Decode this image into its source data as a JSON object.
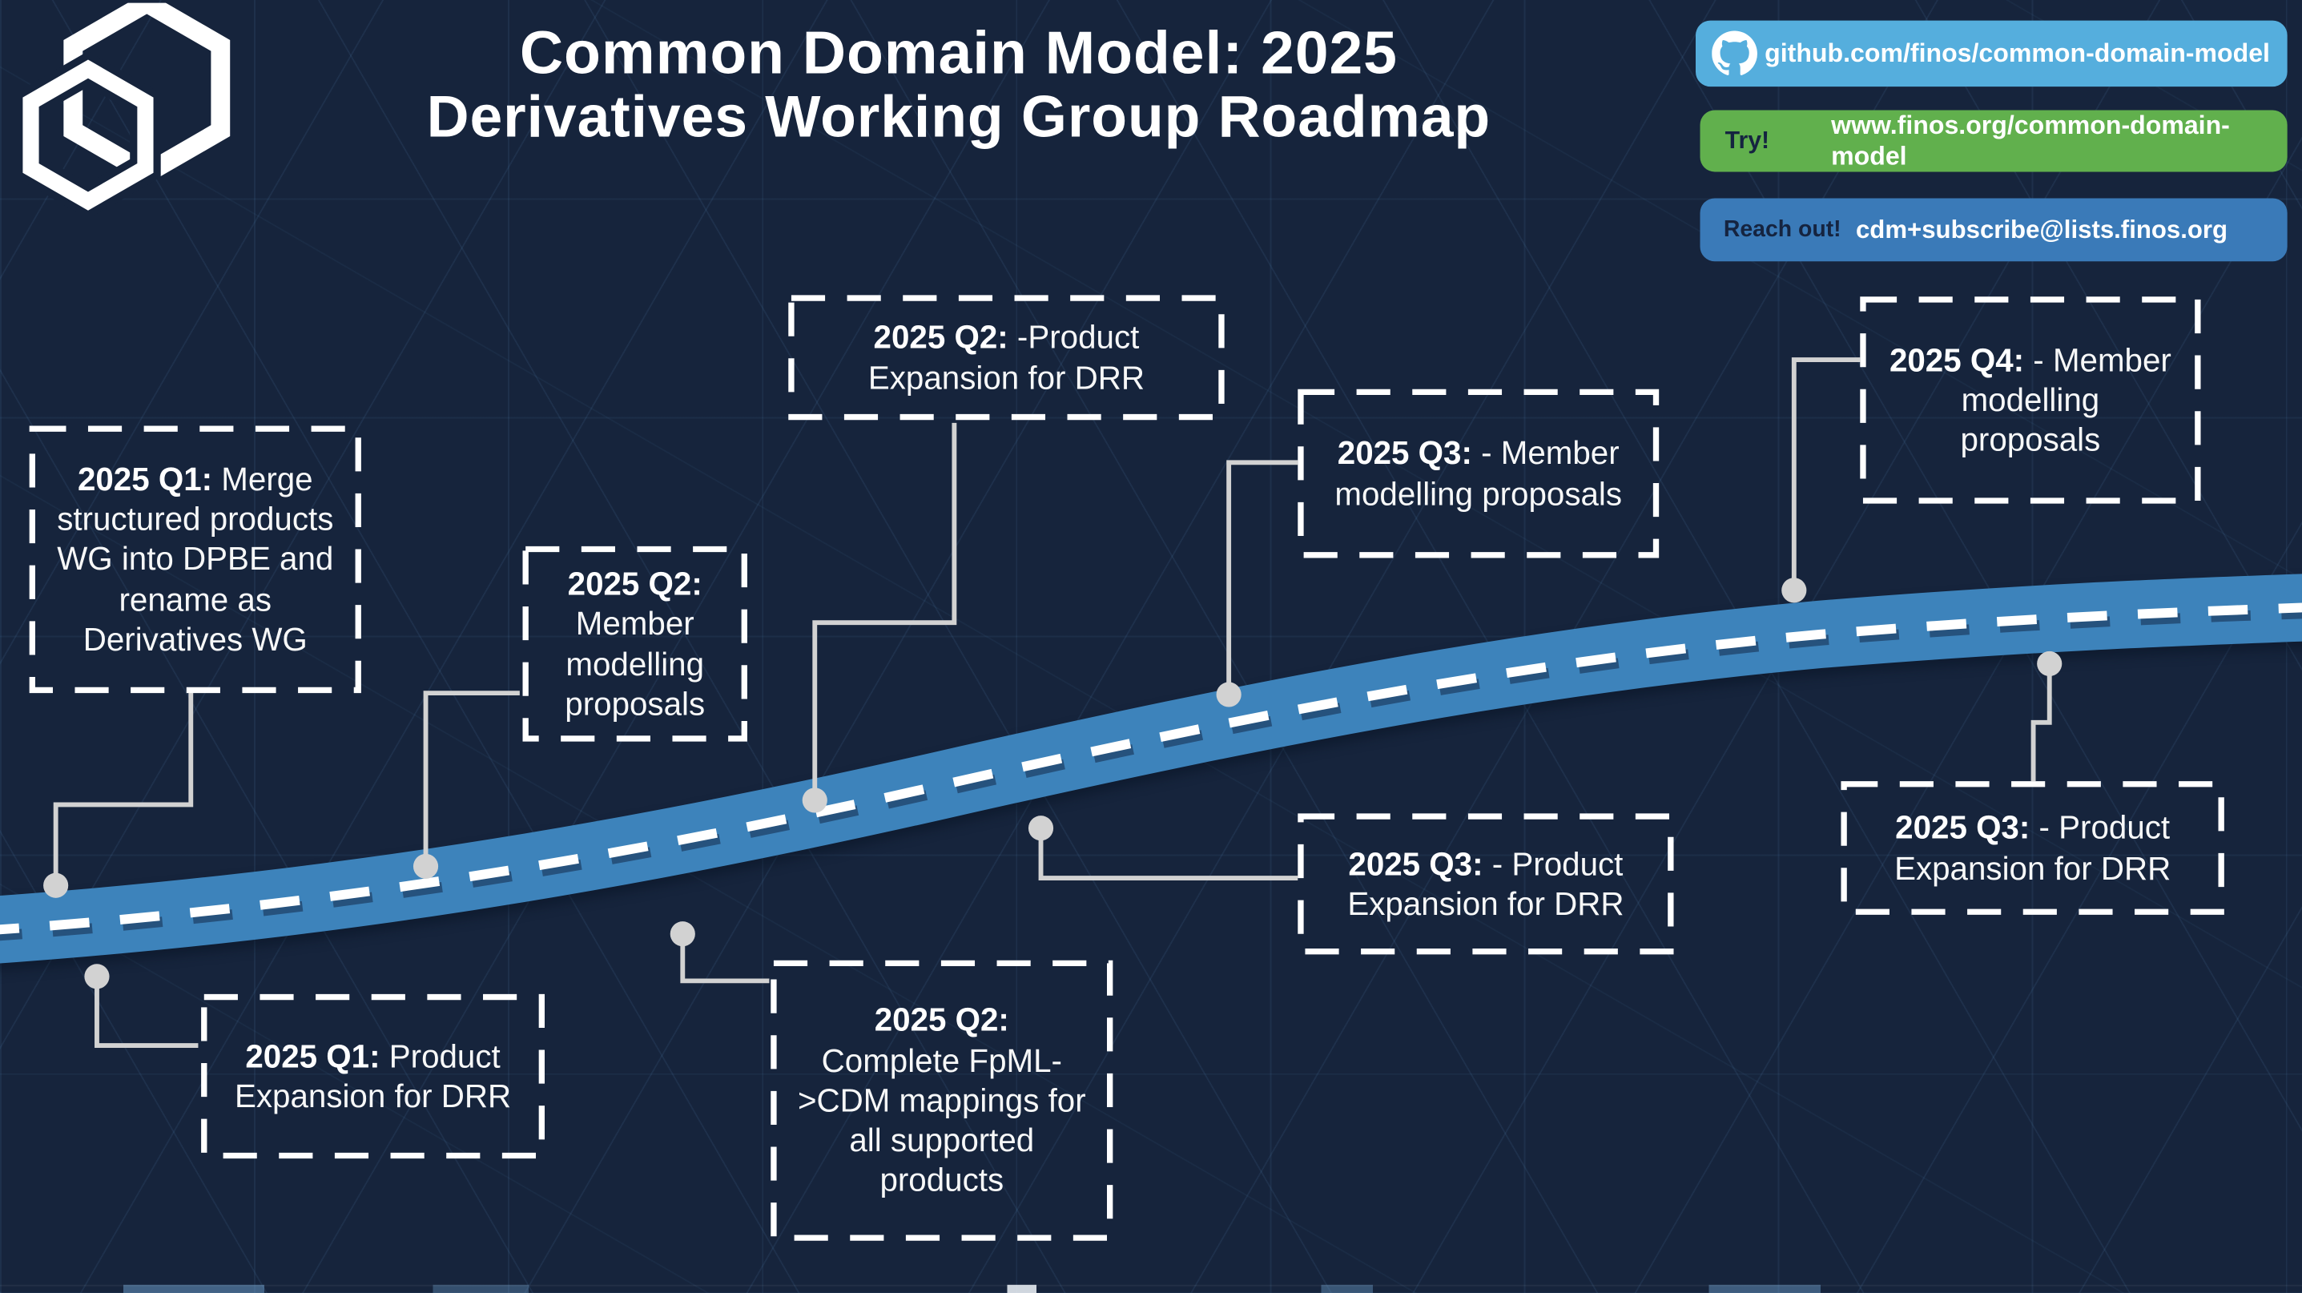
{
  "header": {
    "title_line1": "Common Domain Model: 2025",
    "title_line2": "Derivatives Working Group Roadmap"
  },
  "badges": {
    "github": {
      "icon": "github-octocat-icon",
      "text": "github.com/finos/common-domain-model"
    },
    "try": {
      "prefix": "Try!",
      "text": "www.finos.org/common-domain-model"
    },
    "reach_out": {
      "prefix": "Reach out!",
      "text": "cdm+subscribe@lists.finos.org"
    }
  },
  "milestones": [
    {
      "quarter": "2025 Q1:",
      "text": "Merge structured products WG into DPBE and rename as Derivatives WG"
    },
    {
      "quarter": "2025 Q1:",
      "text": "Product Expansion for DRR"
    },
    {
      "quarter": "2025 Q2:",
      "text": "-Product Expansion for DRR"
    },
    {
      "quarter": "2025 Q2:",
      "text": "Member modelling proposals"
    },
    {
      "quarter": "2025 Q2:",
      "text": "Complete FpML->CDM mappings for all supported products"
    },
    {
      "quarter": "2025 Q3:",
      "text": "- Member modelling proposals"
    },
    {
      "quarter": "2025 Q3:",
      "text": "-  Product Expansion for DRR"
    },
    {
      "quarter": "2025 Q3:",
      "text": "-  Product Expansion for DRR"
    },
    {
      "quarter": "2025 Q4:",
      "text": "- Member modelling proposals"
    }
  ],
  "colors": {
    "background": "#16243c",
    "road": "#3d83bb",
    "road_dash": "#ffffff",
    "connector": "#d2d2d2",
    "box_border": "#ffffff",
    "badge_github_bg": "#55aedd",
    "badge_try_bg": "#61b04d",
    "badge_reach_bg": "#3a7ab8",
    "badge_prefix_text": "#152440"
  }
}
